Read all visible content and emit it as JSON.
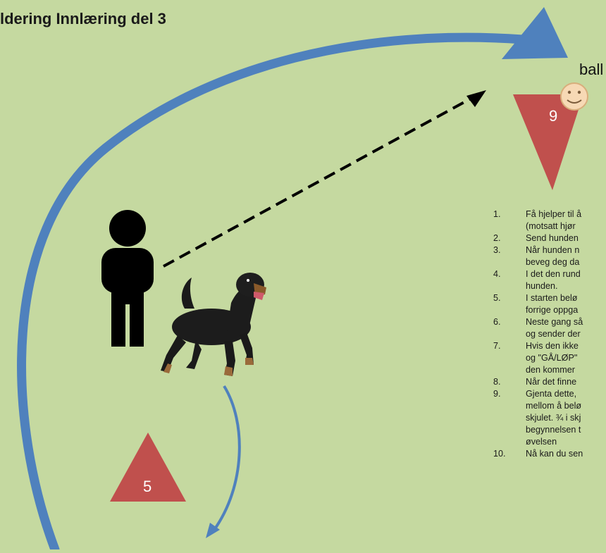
{
  "title": "ldering Innlæring del 3",
  "ball_label": "ball",
  "cones": [
    {
      "label": "9",
      "color": "#c0504d"
    },
    {
      "label": "5",
      "color": "#c0504d"
    }
  ],
  "arrow_color": "#4f81bd",
  "steps": [
    {
      "num": "1.",
      "lines": [
        "Få hjelper til å",
        "(motsatt hjør"
      ]
    },
    {
      "num": "2.",
      "lines": [
        "Send hunden"
      ]
    },
    {
      "num": "3.",
      "lines": [
        "Når hunden n",
        "beveg deg da"
      ]
    },
    {
      "num": "4.",
      "lines": [
        "I det den rund",
        "hunden."
      ]
    },
    {
      "num": "5.",
      "lines": [
        "I starten belø",
        "forrige oppga"
      ]
    },
    {
      "num": "6.",
      "lines": [
        "Neste gang så",
        "og sender der"
      ]
    },
    {
      "num": "7.",
      "lines": [
        "Hvis den ikke",
        "og \"GÅ/LØP\"",
        "den kommer"
      ]
    },
    {
      "num": "8.",
      "lines": [
        "Når det finne"
      ]
    },
    {
      "num": "9.",
      "lines": [
        "Gjenta dette,",
        "mellom å belø",
        "skjulet. ¾ i skj",
        "begynnelsen t",
        "øvelsen"
      ]
    },
    {
      "num": "10.",
      "lines": [
        "Nå kan du sen"
      ]
    }
  ]
}
